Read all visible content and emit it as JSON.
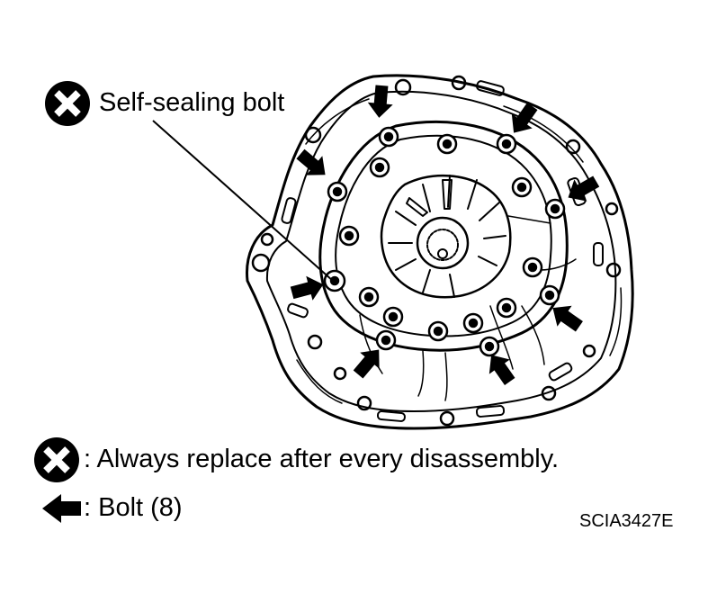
{
  "callout": {
    "label": "Self-sealing bolt",
    "icon": "circle-x-icon"
  },
  "legend": {
    "replace_text": ": Always replace after every disassembly.",
    "replace_icon": "circle-x-icon",
    "bolt_text": ": Bolt (8)",
    "bolt_icon": "left-arrow-icon"
  },
  "figure_code": "SCIA3427E",
  "colors": {
    "ink": "#000000",
    "paper": "#ffffff"
  }
}
